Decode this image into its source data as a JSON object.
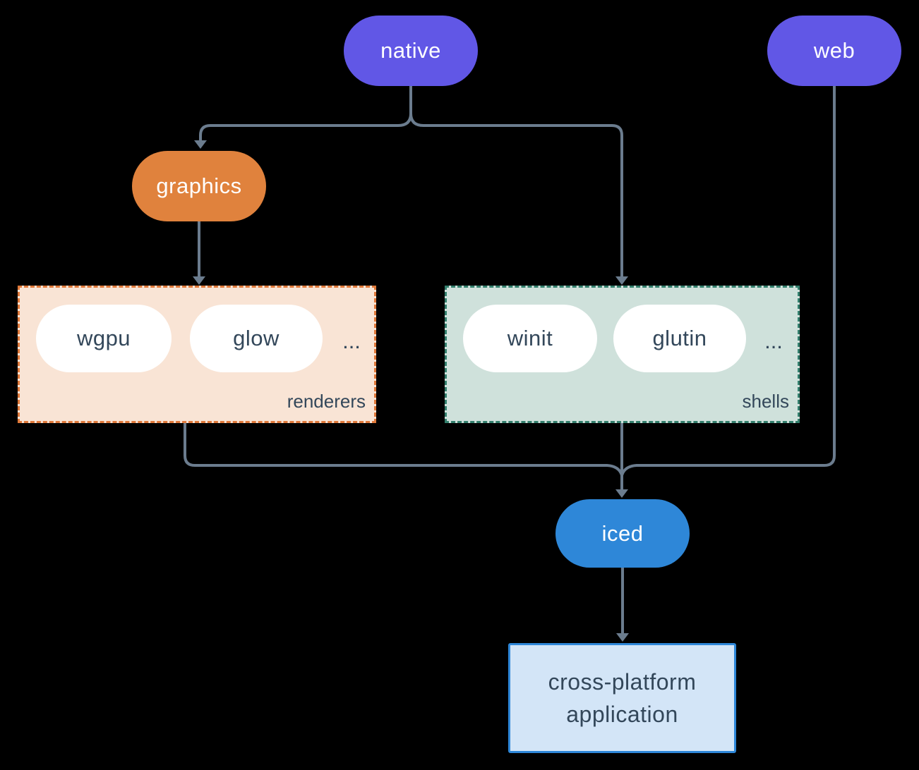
{
  "colors": {
    "background": "#000000",
    "connector": "#6b7c8e",
    "native_fill": "#6157e6",
    "web_fill": "#6157e6",
    "graphics_fill": "#e0823d",
    "iced_fill": "#2e87d8",
    "white_pill_fill": "#ffffff",
    "dark_text": "#33475a",
    "renderers_bg": "#f9e4d5",
    "renderers_border": "#e0793a",
    "shells_bg": "#cfe1db",
    "shells_border": "#337f6d",
    "application_bg": "#d3e5f7",
    "application_border": "#2e87d8"
  },
  "nodes": {
    "native": {
      "label": "native"
    },
    "web": {
      "label": "web"
    },
    "graphics": {
      "label": "graphics"
    },
    "iced": {
      "label": "iced"
    },
    "application": {
      "lines": [
        "cross-platform",
        "application"
      ]
    }
  },
  "groups": {
    "renderers": {
      "label": "renderers",
      "items": [
        "wgpu",
        "glow"
      ],
      "ellipsis": "..."
    },
    "shells": {
      "label": "shells",
      "items": [
        "winit",
        "glutin"
      ],
      "ellipsis": "..."
    }
  }
}
